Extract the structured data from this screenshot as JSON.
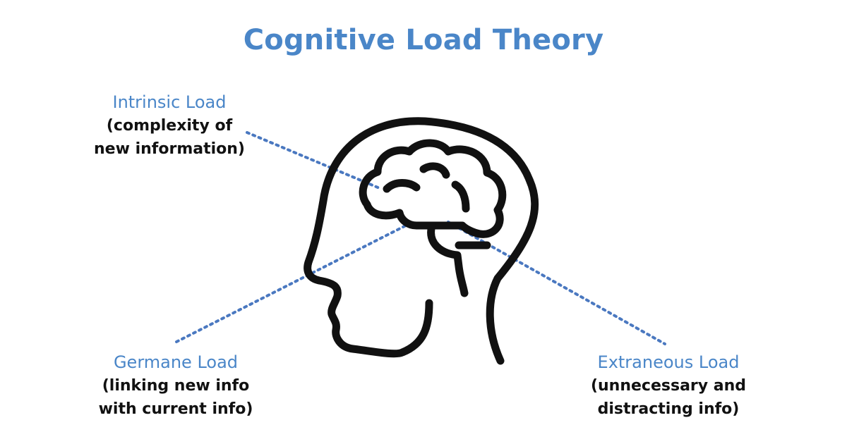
{
  "title": "Cognitive Load Theory",
  "colors": {
    "accent": "#4a86c8",
    "ink": "#111111",
    "connector": "#4a78c0"
  },
  "icons": [
    "head-with-brain-icon"
  ],
  "labels": {
    "intrinsic": {
      "name": "Intrinsic Load",
      "desc_line1": "(complexity of",
      "desc_line2": "new information)"
    },
    "germane": {
      "name": "Germane Load",
      "desc_line1": "(linking new info",
      "desc_line2": "with current info)"
    },
    "extraneous": {
      "name": "Extraneous Load",
      "desc_line1": "(unnecessary and",
      "desc_line2": "distracting info)"
    }
  }
}
